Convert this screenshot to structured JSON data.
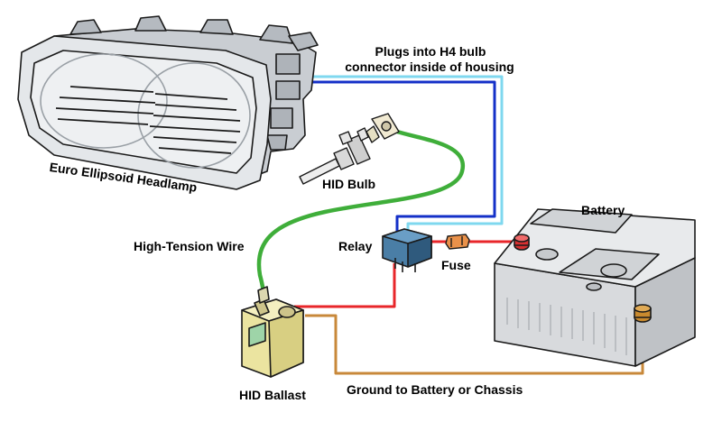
{
  "labels": {
    "plugs_line1": "Plugs into H4 bulb",
    "plugs_line2": "connector inside of housing",
    "headlamp": "Euro Ellipsoid Headlamp",
    "hid_bulb": "HID Bulb",
    "battery": "Battery",
    "high_tension_wire": "High-Tension Wire",
    "relay": "Relay",
    "fuse": "Fuse",
    "hid_ballast": "HID Ballast",
    "ground": "Ground to Battery or Chassis"
  },
  "colors": {
    "wire_light_blue": "#7fd8ef",
    "wire_dark_blue": "#1430c8",
    "wire_red": "#e8262a",
    "wire_green": "#3fae3a",
    "wire_ground": "#c8883a",
    "relay": "#3f6f93",
    "fuse": "#e0833a",
    "ballast": "#ece6a2",
    "ballast_window": "#9ed4a8",
    "battery_case": "#d9d9d9",
    "battery_terminal_pos": "#d63030",
    "battery_terminal_neg": "#c98a2e",
    "outline": "#1a1a1a"
  },
  "icons": [
    "headlamp-icon",
    "hid-bulb-icon",
    "relay-icon",
    "fuse-icon",
    "battery-icon",
    "hid-ballast-icon"
  ]
}
